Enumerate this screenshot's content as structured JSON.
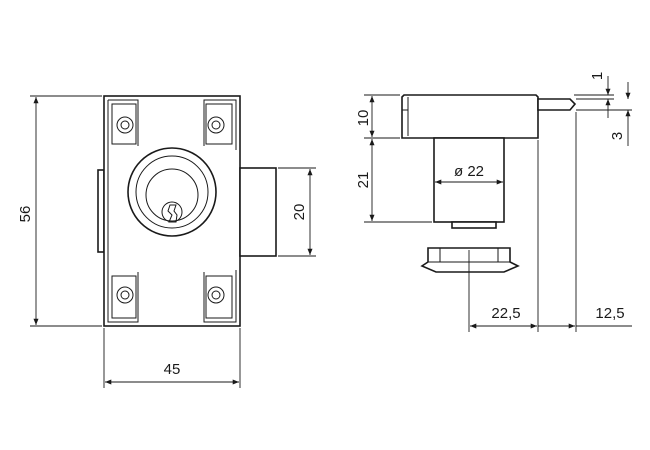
{
  "front_view": {
    "height_label": "56",
    "width_label": "45",
    "bolt_label": "20"
  },
  "side_view": {
    "plate_label": "10",
    "cylinder_length_label": "21",
    "diameter_label": "ø 22",
    "top_gap_label": "1",
    "bolt_offset_label": "3",
    "left_dim_label": "22,5",
    "right_dim_label": "12,5"
  },
  "colors": {
    "line": "#1a1a1a",
    "background": "#ffffff"
  }
}
